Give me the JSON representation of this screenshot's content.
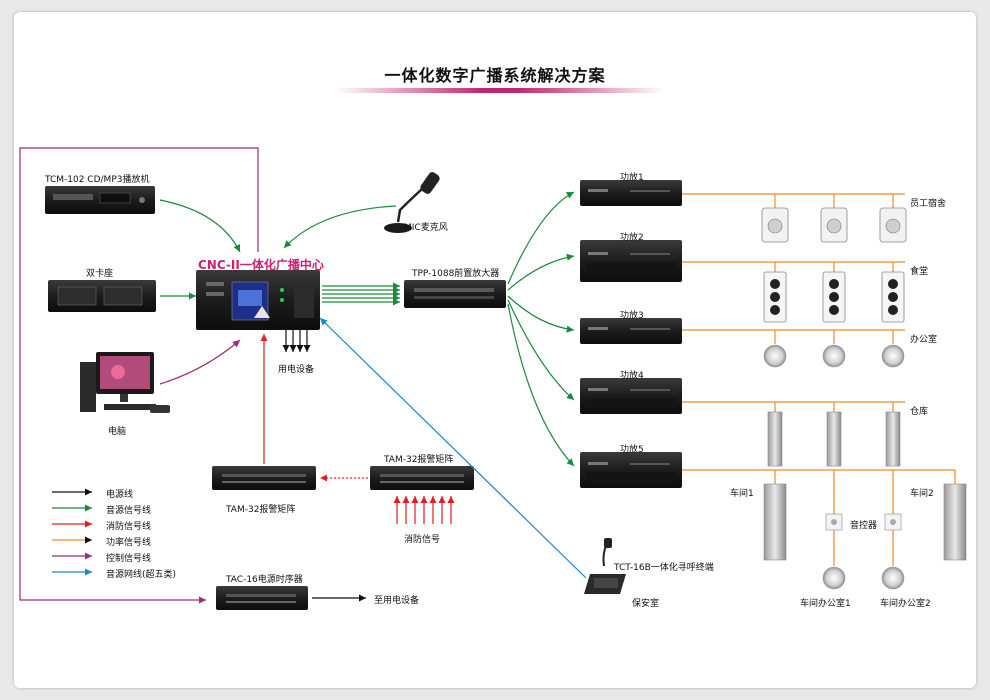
{
  "title": "一体化数字广播系统解决方案",
  "center": {
    "title": "CNC-II一体化广播中心",
    "power_out": "用电设备"
  },
  "sources": {
    "cd": "TCM-102 CD/MP3播放机",
    "cassette": "双卡座",
    "pc": "电脑",
    "mic": "MIC麦克风"
  },
  "preamp": "TPP-1088前置放大器",
  "amplifiers": [
    "功放1",
    "功放2",
    "功放3",
    "功放4",
    "功放5"
  ],
  "zones": {
    "dorm": "员工宿舍",
    "canteen": "食堂",
    "office": "办公室",
    "warehouse": "仓库",
    "workshop1": "车间1",
    "workshop2": "车间2",
    "volume": "音控器",
    "office1": "车间办公室1",
    "office2": "车间办公室2"
  },
  "alarm": {
    "matrix_left": "TAM-32报警矩阵",
    "matrix_right": "TAM-32报警矩阵",
    "fire_signal": "消防信号"
  },
  "terminal": {
    "name": "TCT-16B一体化寻呼终端",
    "room": "保安室"
  },
  "sequencer": {
    "name": "TAC-16电源时序器",
    "output": "至用电设备"
  },
  "legend": [
    {
      "label": "电源线",
      "color": "#111111"
    },
    {
      "label": "音源信号线",
      "color": "#1a8a3a"
    },
    {
      "label": "消防信号线",
      "color": "#e02020"
    },
    {
      "label": "功率信号线",
      "color": "#f08a20"
    },
    {
      "label": "控制信号线",
      "color": "#9b2a7a"
    },
    {
      "label": "音源网线(超五类)",
      "color": "#1a86d0"
    }
  ]
}
